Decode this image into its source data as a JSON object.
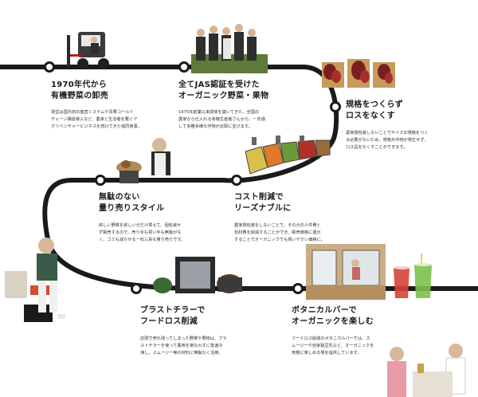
{
  "steps": [
    {
      "title_line1": "1970年代から",
      "title_line2": "有機野菜の卸売",
      "body": "運営は国内初の産直システムや青果コールド\nチェーン構造導入など、農家と生活者を繋ぐア\nグリベンチャービジネスを続けてきた協同商事。"
    },
    {
      "title_line1": "全てJAS認証を受けた",
      "title_line2": "オーガニック野菜・果物",
      "body": "1975年創業以来関係を築いてきた、全国の\n農家から仕入れる有機生産者さんから、一年通\nして多種多様な作物が店頭に並びます。"
    },
    {
      "title_line1": "規格をつくらず",
      "title_line2": "ロスをなくす",
      "body": "農家側包装しないことでサイズの規格をつく\nる必要がないため、規格外作物が発生せず、\nロス品をなくすことができます。"
    },
    {
      "title_line1": "コスト削減で",
      "title_line2": "リーズナブルに",
      "body": "農家側包装をしないことで、その分の人件費と\n包材費を削減することができ、販売価格に還元\nすることでオーガニックでも買いやすい価格に。"
    },
    {
      "title_line1": "無駄のない",
      "title_line2": "量り売りスタイル",
      "body": "欲しい野菜を欲しい分だけ買えて、個包装せ\nず販売するので、売り手も買い手も無駄がな\nく、ゴミも減らせる一石三鳥な量り売りです。"
    },
    {
      "title_line1": "ブラストチラーで",
      "title_line2": "フードロス削減",
      "body": "店頭で売れ残ってしまった野菜や果物は、ブラ\nストチラーを使って風味を損なわずに急速冷\n凍し、スムージー等の材料に無駄なく活用。"
    },
    {
      "title_line1": "ボタニカルバーで",
      "title_line2": "オーガニックを楽しむ",
      "body": "フードロス削減のボタニカルバーでは、ス\nムージーや自家製豆乳など、オーガニックを\n気軽に楽しめる場を提供しています。"
    }
  ],
  "colors": {
    "track": "#1a1a1a",
    "node_fill": "#ffffff",
    "text": "#1a1a1a"
  },
  "photos": [
    "forklift-worker-photo",
    "farmers-group-photo",
    "vegetable-crates-photo",
    "weighing-scale-photo",
    "produce-bins-photo",
    "person-seated-photo",
    "blast-chiller-photo",
    "botanical-bar-kiosk-photo",
    "smoothie-cups-photo",
    "cafe-staff-photo"
  ]
}
